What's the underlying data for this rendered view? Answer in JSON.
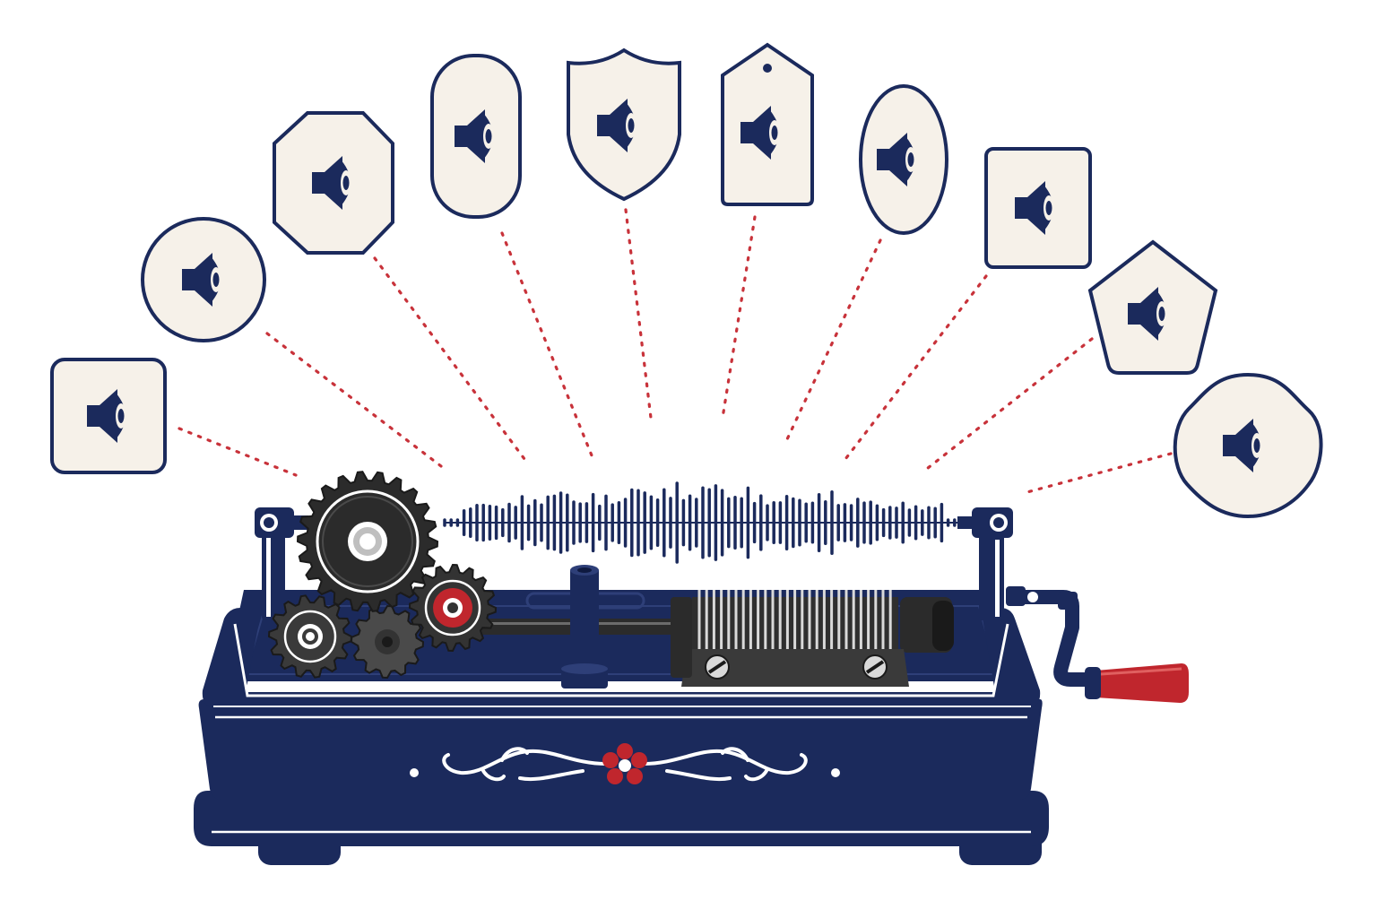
{
  "colors": {
    "navy": "#1b2a5c",
    "cream": "#f6f1e9",
    "red": "#c0262d",
    "dot_red": "#c8323a",
    "gear_dark": "#2b2b2b",
    "gear_mid": "#4a4a4a",
    "metal": "#d9d9d9",
    "white": "#ffffff"
  },
  "icons": [
    {
      "name": "speaker-tile-rounded-square",
      "shape": "rounded-square",
      "icon": "speaker-icon"
    },
    {
      "name": "speaker-tile-circle",
      "shape": "circle",
      "icon": "speaker-icon"
    },
    {
      "name": "speaker-tile-octagon",
      "shape": "octagon",
      "icon": "speaker-icon"
    },
    {
      "name": "speaker-tile-capsule",
      "shape": "capsule",
      "icon": "speaker-icon"
    },
    {
      "name": "speaker-tile-shield",
      "shape": "shield",
      "icon": "speaker-icon"
    },
    {
      "name": "speaker-tile-tag",
      "shape": "tag",
      "icon": "speaker-icon"
    },
    {
      "name": "speaker-tile-ellipse",
      "shape": "ellipse",
      "icon": "speaker-icon"
    },
    {
      "name": "speaker-tile-square",
      "shape": "square",
      "icon": "speaker-icon"
    },
    {
      "name": "speaker-tile-pentagon",
      "shape": "pentagon",
      "icon": "speaker-icon"
    },
    {
      "name": "speaker-tile-blob",
      "shape": "blob",
      "icon": "speaker-icon"
    }
  ],
  "music_box": {
    "icon": "music-box-illustration",
    "crank_handle_color": "#c0262d",
    "center_flower_color": "#c0262d"
  }
}
